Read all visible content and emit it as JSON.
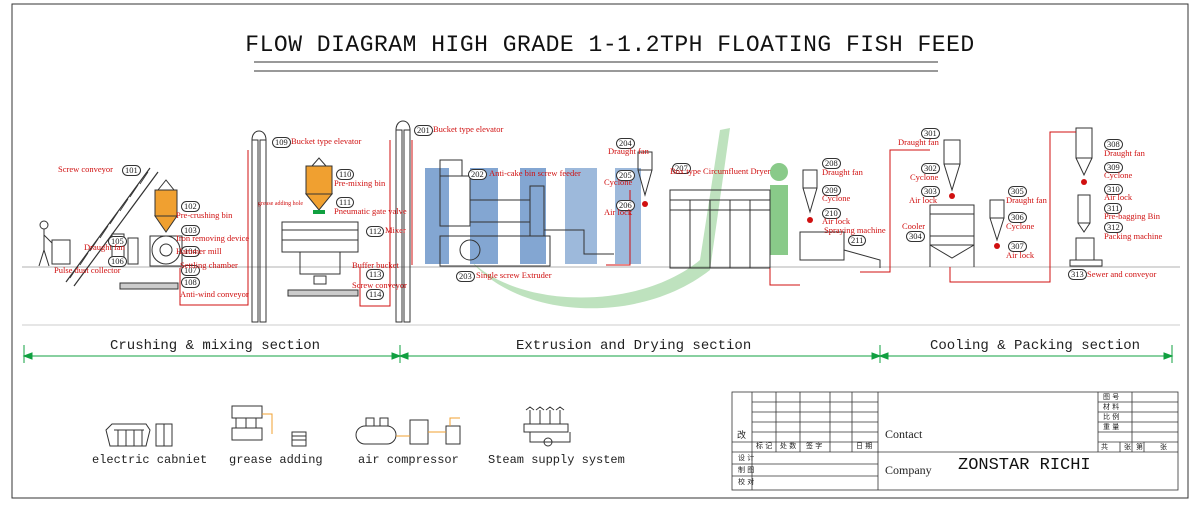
{
  "title": "FLOW DIAGRAM HIGH GRADE 1-1.2TPH FLOATING FISH FEED",
  "equipment": [
    {
      "id": "101",
      "label": "Screw conveyor"
    },
    {
      "id": "102",
      "label": "Pre-crushing bin"
    },
    {
      "id": "103",
      "label": "Iron removing device"
    },
    {
      "id": "104",
      "label": "Hammer mill"
    },
    {
      "id": "105",
      "label": "Draught fan"
    },
    {
      "id": "106",
      "label": "Pulse dust collector"
    },
    {
      "id": "107",
      "label": "Settling chamber"
    },
    {
      "id": "108",
      "label": "Anti-wind conveyor"
    },
    {
      "id": "109",
      "label": "Bucket type elevator"
    },
    {
      "id": "110",
      "label": "Pre-mixing bin"
    },
    {
      "id": "111",
      "label": "Pneumatic gate valve"
    },
    {
      "id": "112",
      "label": "Mixer"
    },
    {
      "id": "113",
      "label": "Buffer bucket"
    },
    {
      "id": "114",
      "label": "Screw conveyor"
    },
    {
      "id": "201",
      "label": "Bucket type elevator"
    },
    {
      "id": "202",
      "label": "Anti-cake bin screw feeder"
    },
    {
      "id": "203",
      "label": "Single screw Extruder"
    },
    {
      "id": "204",
      "label": "Draught fan"
    },
    {
      "id": "205",
      "label": "Cyclone"
    },
    {
      "id": "206",
      "label": "Air lock"
    },
    {
      "id": "207",
      "label": "Box type Circumfluent Dryer"
    },
    {
      "id": "208",
      "label": "Draught fan"
    },
    {
      "id": "209",
      "label": "Cyclone"
    },
    {
      "id": "210",
      "label": "Air lock"
    },
    {
      "id": "211",
      "label": "Spraying machine"
    },
    {
      "id": "301",
      "label": "Draught fan"
    },
    {
      "id": "302",
      "label": "Cyclone"
    },
    {
      "id": "303",
      "label": "Air lock"
    },
    {
      "id": "304",
      "label": "Cooler"
    },
    {
      "id": "305",
      "label": "Draught fan"
    },
    {
      "id": "306",
      "label": "Cyclone"
    },
    {
      "id": "307",
      "label": "Air lock"
    },
    {
      "id": "308",
      "label": "Draught fan"
    },
    {
      "id": "309",
      "label": "Cyclone"
    },
    {
      "id": "310",
      "label": "Air lock"
    },
    {
      "id": "311",
      "label": "Pre-bagging Bin"
    },
    {
      "id": "312",
      "label": "Packing machine"
    },
    {
      "id": "313",
      "label": "Sewer and conveyor"
    }
  ],
  "note_grease": "grease adding hole",
  "sections": [
    "Crushing & mixing section",
    "Extrusion and Drying section",
    "Cooling & Packing section"
  ],
  "auxiliary": [
    "electric cabniet",
    "grease adding",
    "air compressor",
    "Steam supply system"
  ],
  "title_block": {
    "revise": "改",
    "header_cells": [
      "标 记",
      "处 数",
      "签 字",
      "日 期"
    ],
    "rows": [
      "设  计",
      "制  图",
      "校  对"
    ],
    "contact_label": "Contact",
    "company_label": "Company",
    "company_name": "ZONSTAR RICHI",
    "right_labels": [
      "图  号",
      "材  料",
      "比  例",
      "重  量"
    ],
    "sheet_row": [
      "共",
      "张",
      "第",
      "张"
    ]
  },
  "watermark": "RICHI",
  "colors": {
    "ink": "#222222",
    "label_red": "#d01010",
    "section_green": "#10a040",
    "watermark_blue": "#1f5fae",
    "watermark_green": "#2aa02a",
    "bin_orange": "#f0a030"
  }
}
